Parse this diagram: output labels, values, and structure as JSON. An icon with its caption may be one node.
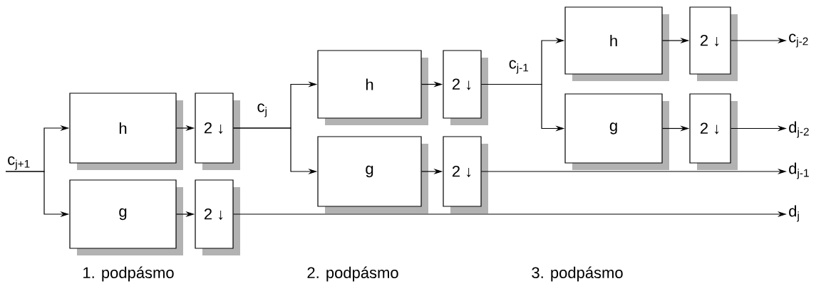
{
  "diagram": {
    "nodes": [
      {
        "text": [
          "c$_{j+1}$"
        ]
      },
      {
        "text": [
          "h"
        ]
      },
      {
        "text": [
          "2 ↓"
        ]
      },
      {
        "text": [
          "g"
        ]
      },
      {
        "text": [
          "2 ↓"
        ]
      },
      {
        "text": [
          "h"
        ]
      },
      {
        "text": [
          "2 ↓"
        ]
      },
      {
        "text": [
          "g"
        ]
      },
      {
        "text": [
          "2 ↓"
        ]
      },
      {
        "text": [
          "h"
        ]
      },
      {
        "text": [
          "2 ↓"
        ]
      },
      {
        "text": [
          "g"
        ]
      },
      {
        "text": [
          "2 ↓"
        ]
      },
      {
        "text": [
          "c$_{j-2}$"
        ]
      },
      {
        "text": [
          "d$_{j-2}$"
        ]
      },
      {
        "text": [
          "d$_{j-1}$"
        ]
      },
      {
        "text": [
          "d$_{j}$"
        ]
      }
    ],
    "edges": [
      {
        "from": 0,
        "to": 1,
        "arrow": "to"
      },
      {
        "from": 0,
        "to": 3,
        "arrow": "to"
      },
      {
        "from": 1,
        "to": 2,
        "arrow": "to"
      },
      {
        "from": 3,
        "to": 4,
        "arrow": "to"
      },
      {
        "from": 2,
        "to": 5,
        "arrow": "to",
        "label": "c$_{j}$"
      },
      {
        "from": 2,
        "to": 7,
        "arrow": "to"
      },
      {
        "from": 5,
        "to": 6,
        "arrow": "to"
      },
      {
        "from": 7,
        "to": 8,
        "arrow": "to"
      },
      {
        "from": 6,
        "to": 9,
        "arrow": "to",
        "label": "c$_{j-1}$"
      },
      {
        "from": 6,
        "to": 11,
        "arrow": "to"
      },
      {
        "from": 9,
        "to": 10,
        "arrow": "to"
      },
      {
        "from": 11,
        "to": 12,
        "arrow": "to"
      },
      {
        "from": 10,
        "to": 13,
        "arrow": "to"
      },
      {
        "from": 12,
        "to": 14,
        "arrow": "to"
      },
      {
        "from": 8,
        "to": 15,
        "arrow": "to"
      },
      {
        "from": 4,
        "to": 16,
        "arrow": "to"
      }
    ],
    "labels": [
      "1. podpásmo",
      "2. podpásmo",
      "3. podpásmo"
    ]
  }
}
